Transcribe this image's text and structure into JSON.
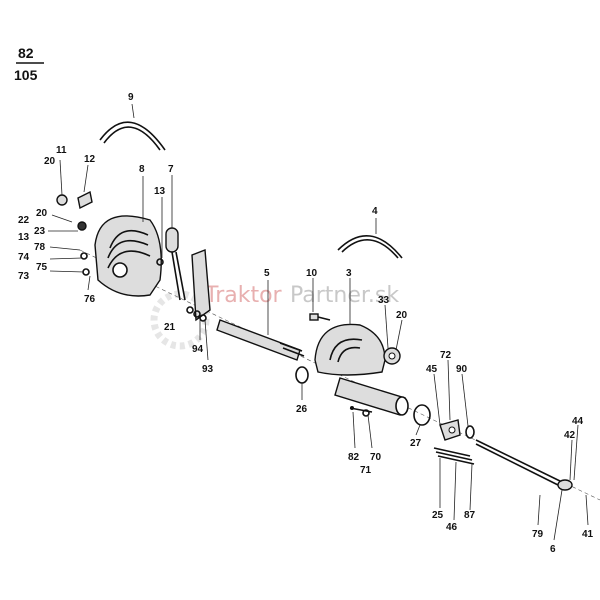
{
  "page_ref": {
    "top": "82",
    "bottom": "105"
  },
  "watermark": {
    "part1": "Traktor",
    "part2": "Partner.sk"
  },
  "callouts": [
    {
      "id": "c9",
      "text": "9"
    },
    {
      "id": "c11",
      "text": "11"
    },
    {
      "id": "c20a",
      "text": "20"
    },
    {
      "id": "c12",
      "text": "12"
    },
    {
      "id": "c8",
      "text": "8"
    },
    {
      "id": "c7",
      "text": "7"
    },
    {
      "id": "c13a",
      "text": "13"
    },
    {
      "id": "c22",
      "text": "22"
    },
    {
      "id": "c20b",
      "text": "20"
    },
    {
      "id": "c23",
      "text": "23"
    },
    {
      "id": "c13b",
      "text": "13"
    },
    {
      "id": "c78",
      "text": "78"
    },
    {
      "id": "c74",
      "text": "74"
    },
    {
      "id": "c75",
      "text": "75"
    },
    {
      "id": "c73",
      "text": "73"
    },
    {
      "id": "c76",
      "text": "76"
    },
    {
      "id": "c4",
      "text": "4"
    },
    {
      "id": "c5",
      "text": "5"
    },
    {
      "id": "c10",
      "text": "10"
    },
    {
      "id": "c3",
      "text": "3"
    },
    {
      "id": "c33",
      "text": "33"
    },
    {
      "id": "c20c",
      "text": "20"
    },
    {
      "id": "c21",
      "text": "21"
    },
    {
      "id": "c94",
      "text": "94"
    },
    {
      "id": "c93",
      "text": "93"
    },
    {
      "id": "c26",
      "text": "26"
    },
    {
      "id": "c72",
      "text": "72"
    },
    {
      "id": "c45",
      "text": "45"
    },
    {
      "id": "c90",
      "text": "90"
    },
    {
      "id": "c82",
      "text": "82"
    },
    {
      "id": "c70",
      "text": "70"
    },
    {
      "id": "c71",
      "text": "71"
    },
    {
      "id": "c27",
      "text": "27"
    },
    {
      "id": "c44",
      "text": "44"
    },
    {
      "id": "c42",
      "text": "42"
    },
    {
      "id": "c25",
      "text": "25"
    },
    {
      "id": "c46",
      "text": "46"
    },
    {
      "id": "c87",
      "text": "87"
    },
    {
      "id": "c79",
      "text": "79"
    },
    {
      "id": "c41",
      "text": "41"
    },
    {
      "id": "c6",
      "text": "6"
    }
  ]
}
